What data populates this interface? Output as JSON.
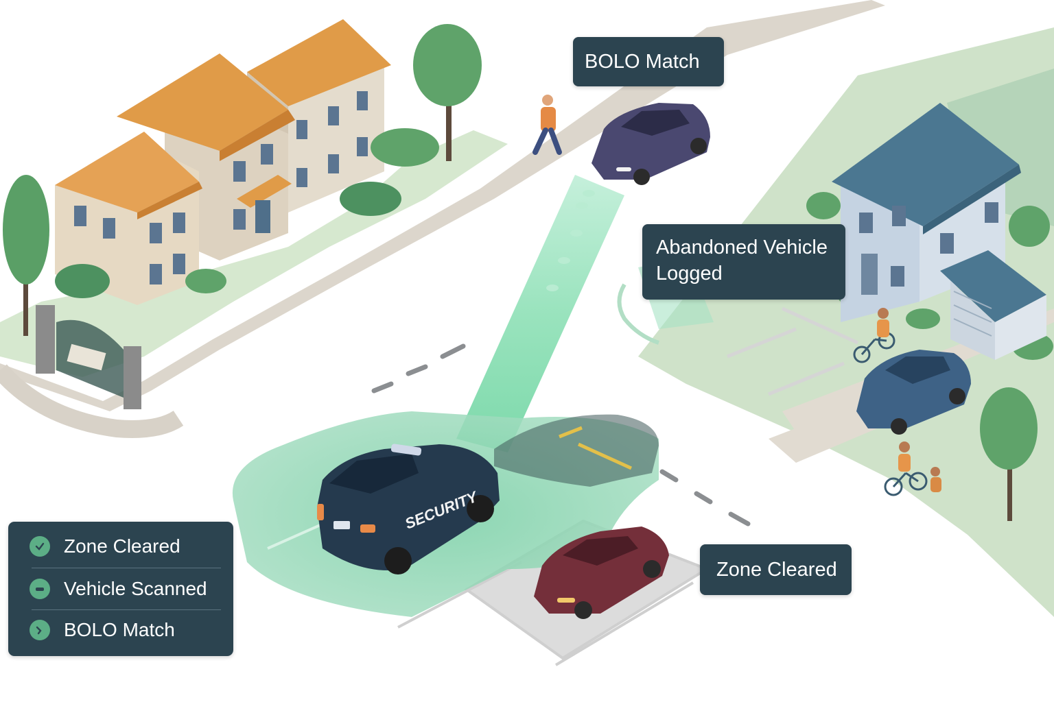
{
  "callouts": {
    "bolo_top": "BOLO Match",
    "abandoned_line1": "Abandoned Vehicle",
    "abandoned_line2": "Logged",
    "zone_cleared_right": "Zone Cleared",
    "security_vehicle_text": "SECURITY"
  },
  "status_panel": {
    "items": [
      {
        "label": "Zone Cleared",
        "icon": "checkmark-icon"
      },
      {
        "label": "Vehicle Scanned",
        "icon": "car-icon"
      },
      {
        "label": "BOLO Match",
        "icon": "chevron-icon"
      }
    ]
  },
  "colors": {
    "callout_bg": "#2c4450",
    "scan_beam": "#4fd394",
    "scan_zone": "#6ccba0",
    "lawn": "#c9dfc2",
    "sidewalk": "#dcd8d1",
    "roof_orange": "#e0973f",
    "house_blue_roof": "#4b7791",
    "security_suv": "#253a4e",
    "bolo_car": "#4a4870",
    "parked_red_car": "#742f3a",
    "driveway_blue_car": "#3e6286",
    "tree_green": "#5fa36a"
  }
}
